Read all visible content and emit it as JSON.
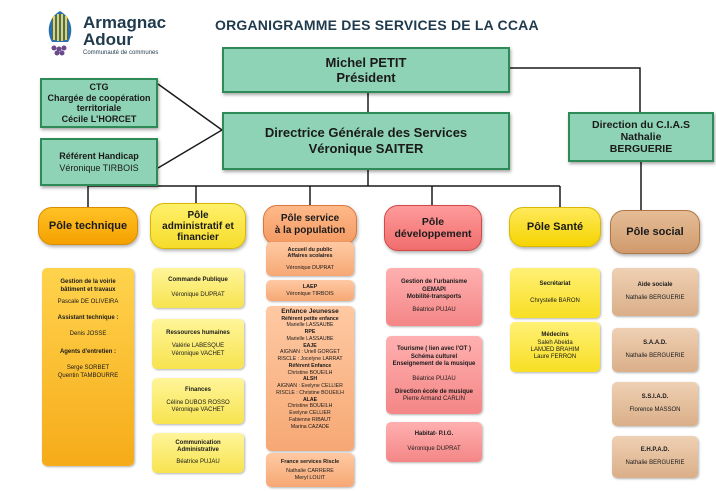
{
  "logo": {
    "name_line1": "Armagnac",
    "name_line2": "Adour",
    "tagline": "Communauté de communes"
  },
  "title": "ORGANIGRAMME DES SERVICES DE LA CCAA",
  "president": {
    "name": "Michel PETIT",
    "role": "Président"
  },
  "dgs": {
    "role": "Directrice Générale des Services",
    "name": "Véronique SAITER"
  },
  "ctg": {
    "title": "CTG",
    "line1": "Chargée de coopération",
    "line2": "territoriale",
    "name": "Cécile L'HORCET"
  },
  "handicap": {
    "title": "Référent Handicap",
    "name": "Véronique TIRBOIS"
  },
  "cias": {
    "title": "Direction du C.I.A.S",
    "name1": "Nathalie",
    "name2": "BERGUERIE"
  },
  "poles": {
    "technique": {
      "label": "Pôle technique",
      "card": {
        "t1": "Gestion de la voirie",
        "t2": "bâtiment et travaux",
        "n1": "Pascale DE OLIVEIRA",
        "t3": "Assistant technique :",
        "n2": "Denis JOSSE",
        "t4": "Agents d'entretien :",
        "n3": "Serge SORBET",
        "n4": "Quentin TAMBOURRE"
      }
    },
    "admin": {
      "label1": "Pôle",
      "label2": "administratif et",
      "label3": "financier",
      "cards": [
        {
          "title": "Commande Publique",
          "names": "Véronique DUPRAT"
        },
        {
          "title": "Ressources humaines",
          "name1": "Valérie LABESQUE",
          "name2": "Véronique VACHET"
        },
        {
          "title": "Finances",
          "name1": "Céline DUBOS ROSSO",
          "name2": "Véronique VACHET"
        },
        {
          "title1": "Communication",
          "title2": "Administrative",
          "name": "Béatrice PUJAU"
        }
      ]
    },
    "population": {
      "label1": "Pôle service",
      "label2": "à la population",
      "accueil": {
        "t1": "Accueil du public",
        "t2": "Affaires scolaires",
        "name": "Véronique DUPRAT"
      },
      "laep": {
        "title": "LAEP",
        "name": "Véronique TIRBOIS"
      },
      "enfance": {
        "title": "Enfance Jeunesse",
        "l1": "Référent petite enfance",
        "l2": "Marielle LASSAUBE",
        "l3": "RPE",
        "l4": "Marielle LASSAUBE",
        "l5": "EAJE",
        "l6": "AIGNAN : Uriell GORGET",
        "l7": "RISCLE : Jocelyne LARRAT",
        "l8": "Référent Enfance",
        "l9": "Christine BOUEILH",
        "l10": "ALSH",
        "l11": "AIGNAN : Evelyne CELLIER",
        "l12": "RISCLE : Christine BOUEILH",
        "l13": "ALAE",
        "l14": "Christine BOUEILH",
        "l15": "Evelyne CELLIER",
        "l16": "Fabienne RIBAUT",
        "l17": "Marina CAZADE"
      },
      "france": {
        "title": "France services Riscle",
        "n1": "Nathalie CARRERE",
        "n2": "Meryl LOUIT"
      }
    },
    "developpement": {
      "label1": "Pôle",
      "label2": "développement",
      "urba": {
        "t1": "Gestion de l'urbanisme",
        "t2": "GEMAPI",
        "t3": "Mobilité-transports",
        "name": "Béatrice PUJAU"
      },
      "tourisme": {
        "t1": "Tourisme ( lien avec l'OT )",
        "t2": "Schéma culturel",
        "t3": "Enseignement de la musique",
        "n1": "Béatrice PUJAU",
        "t4": "Direction école de musique",
        "n2": "Pierre  Armand CARLIN"
      },
      "habitat": {
        "title": "Habitat- P.I.G.",
        "name": "Véronique DUPRAT"
      }
    },
    "sante": {
      "label": "Pôle Santé",
      "secretariat": {
        "title": "Secrétariat",
        "name": "Chrystelle BARON"
      },
      "medecins": {
        "title": "Médecins",
        "n1": "Saleh Abeida",
        "n2": "LAMJED BRAHIM",
        "n3": "Laure FERRON"
      }
    },
    "social": {
      "label": "Pôle social",
      "cards": [
        {
          "title": "Aide sociale",
          "name": "Nathalie BERGUERIE"
        },
        {
          "title": "S.A.A.D.",
          "name": "Nathalie BERGUERIE"
        },
        {
          "title": "S.S.I.A.D.",
          "name": "Florence MASSON"
        },
        {
          "title": "E.H.P.A.D.",
          "name": "Nathalie BERGUERIE"
        }
      ]
    }
  }
}
